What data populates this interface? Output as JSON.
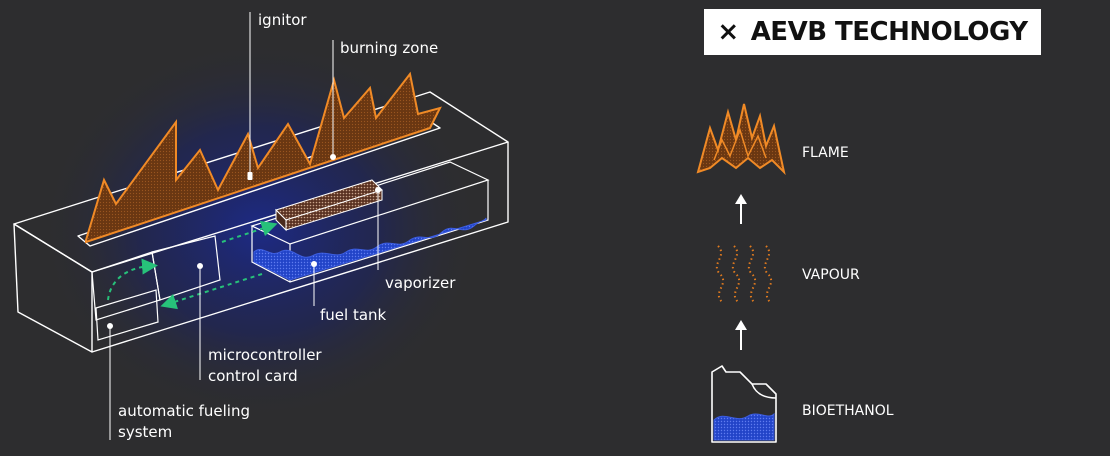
{
  "title": {
    "close_glyph": "×",
    "text": "AEVB TECHNOLOGY"
  },
  "labels": {
    "ignitor": "ignitor",
    "burning_zone": "burning zone",
    "vaporizer": "vaporizer",
    "fuel_tank": "fuel tank",
    "microcontroller_line1": "microcontroller",
    "microcontroller_line2": "control card",
    "fueling_line1": "automatic fueling",
    "fueling_line2": "system"
  },
  "process": {
    "flame": "FLAME",
    "vapour": "VAPOUR",
    "bioethanol": "BIOETHANOL"
  },
  "colors": {
    "background": "#2d2d2f",
    "flame": "#e07a1f",
    "flame_fill": "#6b3a12",
    "fuel": "#2d4fd6",
    "arrow_green": "#27c17a",
    "line": "#ffffff"
  }
}
